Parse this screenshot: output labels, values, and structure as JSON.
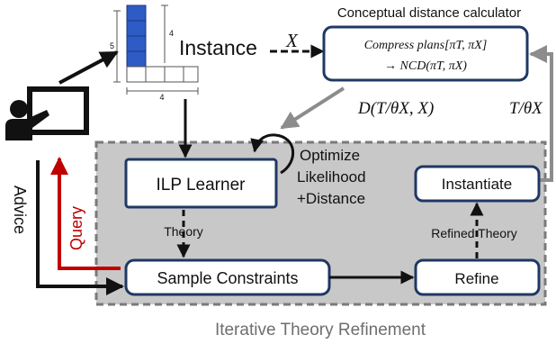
{
  "colors": {
    "panel_fill": "#c8c8c8",
    "panel_border": "#7a7a7a",
    "box_border": "#1f3864",
    "query_red": "#c00000",
    "grey_arrow": "#8c8c8c",
    "blue_cube": "#2e5bc4",
    "title_grey": "#6e6e6e"
  },
  "icons": {
    "teacher": "teacher-presenting-icon",
    "instance": "stacked-blocks-icon"
  },
  "labels": {
    "instance": "Instance",
    "calc_title": "Conceptual distance calculator",
    "calc_line1": "Compress plans[πT, πX]",
    "calc_line2": "→ NCD(πT, πX)",
    "x_var": "X",
    "distance": "D(T/θX, X)",
    "t_theta": "T/θX",
    "ilp": "ILP Learner",
    "optimize1": "Optimize",
    "optimize2": "Likelihood",
    "optimize3": "+Distance",
    "instantiate": "Instantiate",
    "theory": "Theory",
    "refined_theory": "Refined Theory",
    "sample": "Sample Constraints",
    "refine": "Refine",
    "advice": "Advice",
    "query": "Query",
    "panel_title": "Iterative Theory Refinement",
    "dim_5": "5",
    "dim_4_top": "4",
    "dim_4_bottom": "4"
  }
}
